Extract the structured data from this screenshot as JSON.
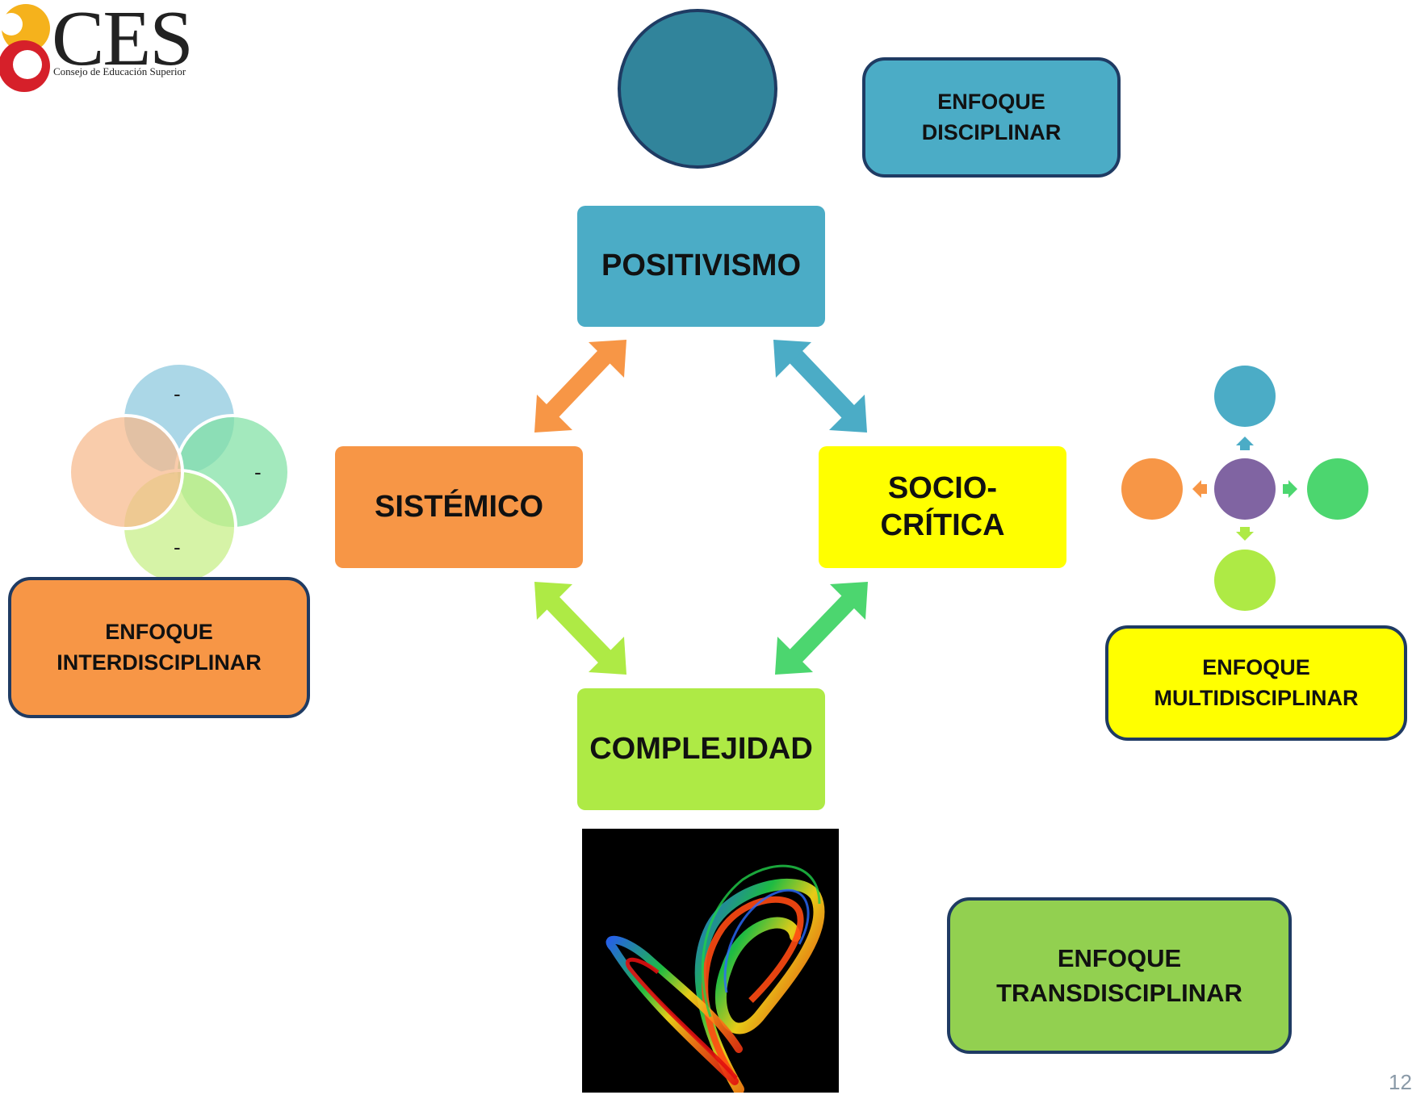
{
  "logo": {
    "name": "CES",
    "subtitle": "Consejo de Educación Superior"
  },
  "nodes": {
    "positivismo": "POSITIVISMO",
    "sistemico": "SISTÉMICO",
    "sociocritica": "SOCIO-\nCRÍTICA",
    "complejidad": "COMPLEJIDAD"
  },
  "enfoques": {
    "disciplinar": "ENFOQUE\nDISCIPLINAR",
    "interdisciplinar": "ENFOQUE\nINTERDISCIPLINAR",
    "multidisciplinar": "ENFOQUE\nMULTIDISCIPLINAR",
    "transdisciplinar": "ENFOQUE\nTRANSDISCIPLINAR"
  },
  "venn_labels": [
    "-",
    "-",
    "-"
  ],
  "page_number": "12",
  "colors": {
    "positivismo": "#4bacc6",
    "sistemico": "#f79646",
    "sociocritica": "#ffff00",
    "complejidad": "#aeea45",
    "disciplinar": "#4bacc6",
    "interdisciplinar": "#f79646",
    "multidisciplinar": "#ffff00",
    "transdisciplinar": "#92d050",
    "circle": "#31849b"
  }
}
